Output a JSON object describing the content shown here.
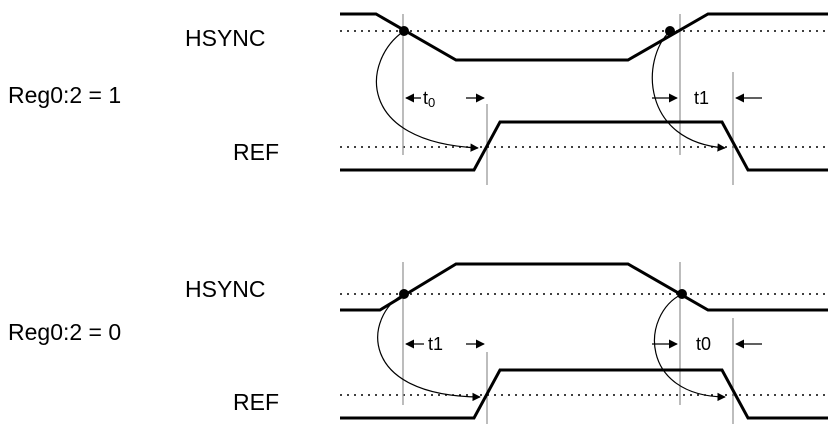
{
  "panels": [
    {
      "reg_label": "Reg0:2 = 1",
      "signals": [
        "HSYNC",
        "REF"
      ],
      "interval_left": {
        "label": "t",
        "subscript": "0"
      },
      "interval_right": {
        "label": "t1"
      }
    },
    {
      "reg_label": "Reg0:2 = 0",
      "signals": [
        "HSYNC",
        "REF"
      ],
      "interval_left": {
        "label": "t1"
      },
      "interval_right": {
        "label": "t0"
      }
    }
  ],
  "colors": {
    "line": "#000000",
    "guide": "#999999",
    "dot": "#000000"
  }
}
